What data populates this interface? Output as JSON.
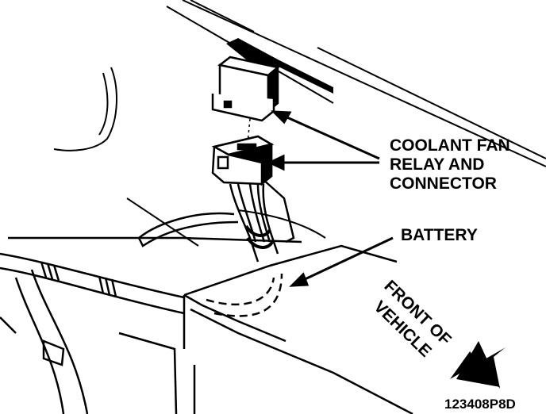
{
  "labels": {
    "coolant_line1": "COOLANT FAN",
    "coolant_line2": "RELAY AND",
    "coolant_line3": "CONNECTOR",
    "battery": "BATTERY",
    "front_line1": "FRONT OF",
    "front_line2": "VEHICLE",
    "figure_code": "123408P8D"
  }
}
